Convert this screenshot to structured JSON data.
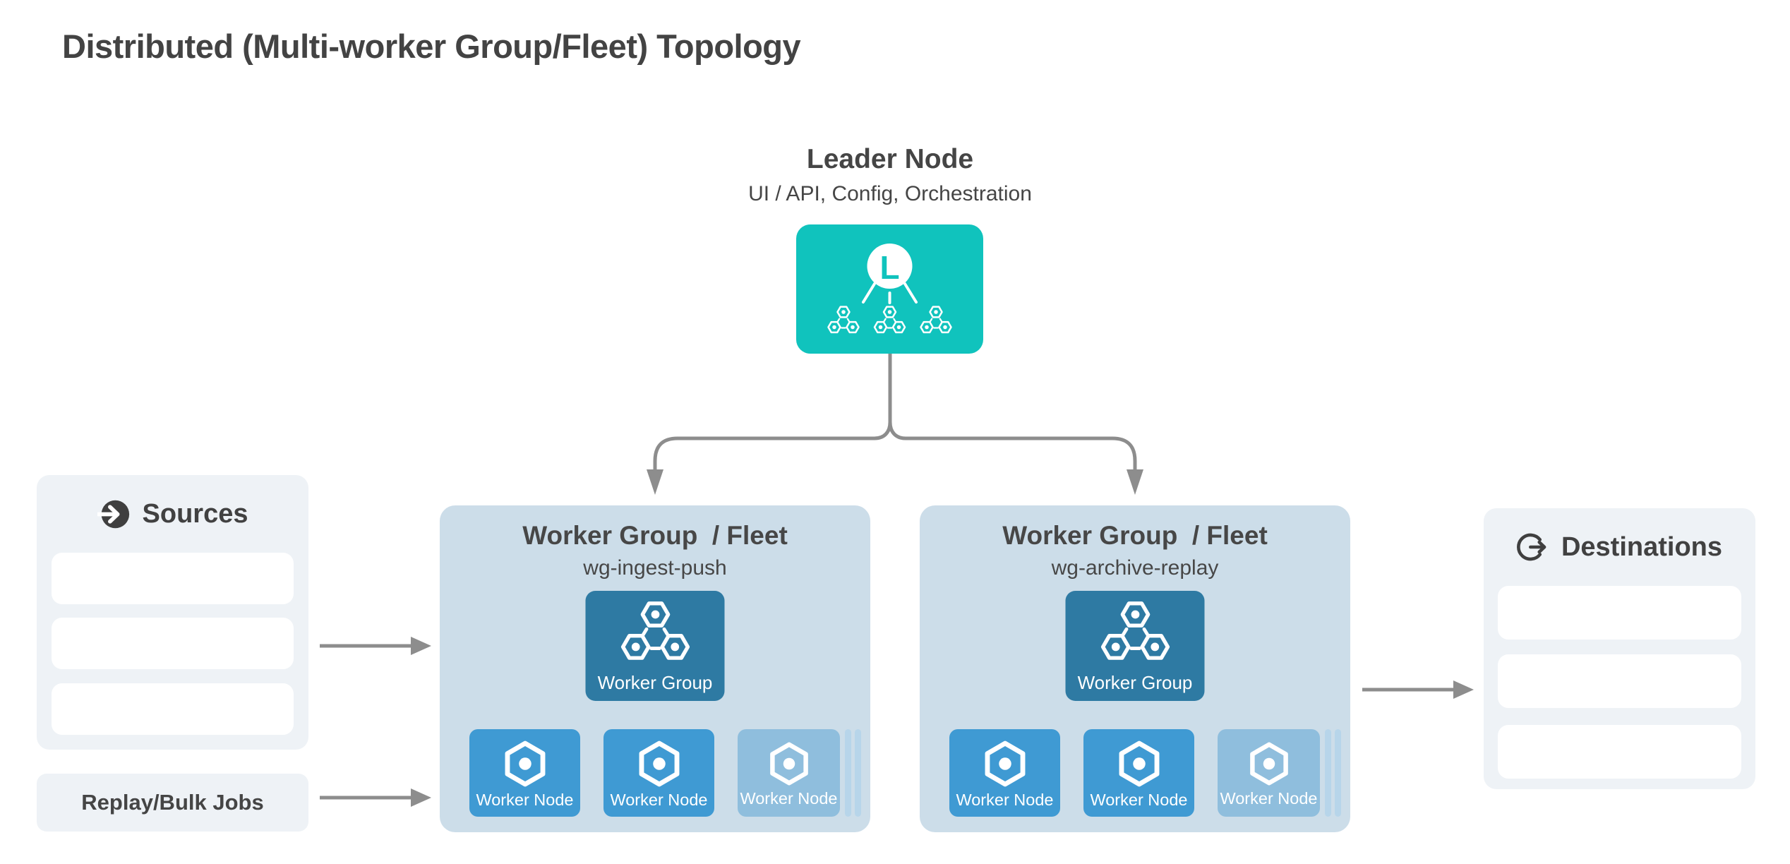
{
  "title": "Distributed (Multi-worker Group/Fleet) Topology",
  "leader": {
    "title": "Leader Node",
    "subtitle": "UI / API, Config, Orchestration",
    "badge": "L"
  },
  "sources": {
    "label": "Sources",
    "placeholder_count": 3
  },
  "replay": {
    "label": "Replay/Bulk Jobs"
  },
  "destinations": {
    "label": "Destinations",
    "placeholder_count": 3
  },
  "worker_groups": [
    {
      "title": "Worker Group  / Fleet",
      "name": "wg-ingest-push",
      "group_label": "Worker Group",
      "nodes": [
        "Worker Node",
        "Worker Node",
        "Worker Node"
      ]
    },
    {
      "title": "Worker Group  / Fleet",
      "name": "wg-archive-replay",
      "group_label": "Worker Group",
      "nodes": [
        "Worker Node",
        "Worker Node",
        "Worker Node"
      ]
    }
  ],
  "icons": {
    "sources": "arrow-into-circle",
    "destinations": "arrow-out-of-circle",
    "leader": "leader-tree-of-hexagon-clusters",
    "worker_group": "hexagon-cluster",
    "worker_node": "hexagon"
  },
  "colors": {
    "leader_teal": "#10c3bd",
    "panel_blue": "#ccdde9",
    "group_box_blue": "#2e7aa3",
    "node_blue": "#3f9ad3",
    "ghost_node_blue": "#8fbedd",
    "ghost_stripe_blue": "#b7d5ea",
    "side_panel_gray": "#eef2f6",
    "arrow_gray": "#8d8d8d",
    "text_dark": "#454545"
  }
}
